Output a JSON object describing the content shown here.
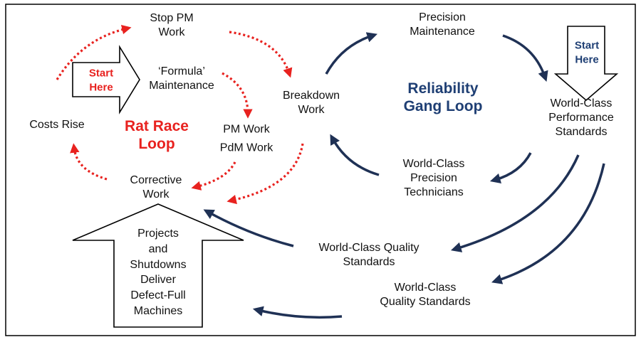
{
  "colors": {
    "red": "#e8221f",
    "navy": "#1f3155",
    "title_blue": "#1f3f74",
    "ink": "#111111",
    "frame": "#000000"
  },
  "rat_race": {
    "title": "Rat Race\nLoop",
    "start_arrow": "Start\nHere",
    "nodes": {
      "stop_pm": "Stop PM\nWork",
      "formula": "‘Formula’\nMaintenance",
      "breakdown": "Breakdown\nWork",
      "pm_pdm": "PM Work\nPdM Work",
      "corrective": "Corrective\nWork",
      "costs_rise": "Costs Rise"
    }
  },
  "gang_loop": {
    "title": "Reliability\nGang Loop",
    "start_arrow": "Start\nHere",
    "nodes": {
      "precision_maintenance": "Precision\nMaintenance",
      "performance_standards": "World-Class\nPerformance\nStandards",
      "precision_technicians": "World-Class\nPrecision\nTechnicians",
      "quality_standards_1": "World-Class Quality\nStandards",
      "quality_standards_2": "World-Class\nQuality Standards"
    }
  },
  "projects_box": "Projects\nand\nShutdowns\nDeliver\nDefect-Full\nMachines"
}
